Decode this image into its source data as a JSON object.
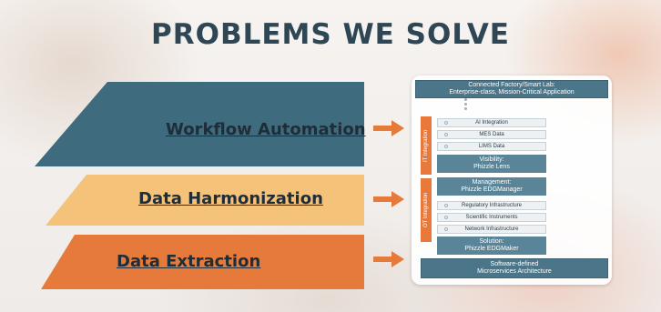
{
  "title": "PROBLEMS WE SOLVE",
  "bands": [
    {
      "label": "Workflow Automation",
      "color": "#3f6b7f"
    },
    {
      "label": "Data Harmonization",
      "color": "#f5c27a"
    },
    {
      "label": "Data Extraction",
      "color": "#e57a3a"
    }
  ],
  "arrow_color": "#e57a3a",
  "stack": {
    "top_box": "Connected Factory/Smart Lab:\nEnterprise-class, Mission-Critical Application",
    "it_label": "IT Integration",
    "ot_label": "OT Integration",
    "it_rows": [
      "AI Integration",
      "MES Data",
      "LIMS Data"
    ],
    "visibility": "Visibility:\nPhizzle Lens",
    "management": "Management:\nPhizzle EDGManager",
    "ot_rows": [
      "Regulatory Infrastructure",
      "Scientific Instruments",
      "Network Infrastructure"
    ],
    "solution": "Solution:\nPhizzle EDGMaker",
    "bottom_box": "Software-defined\nMicroservices Architecture"
  }
}
